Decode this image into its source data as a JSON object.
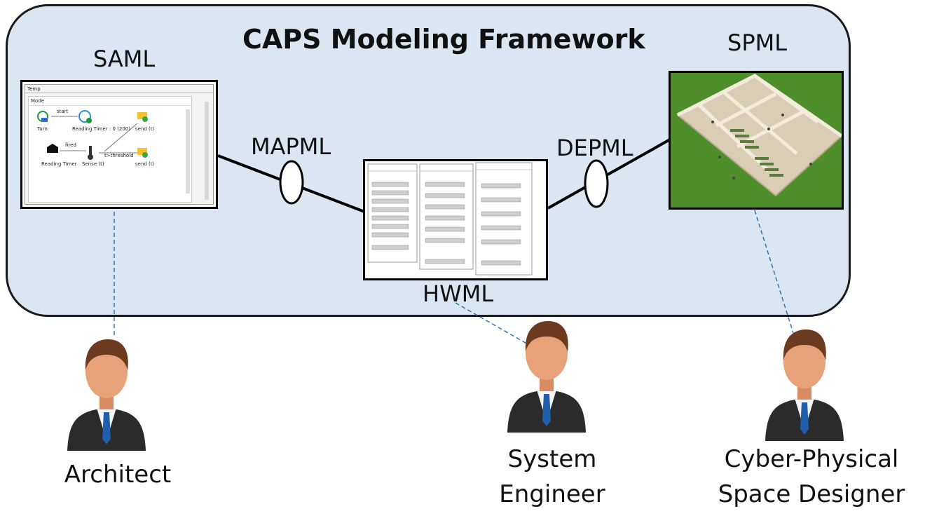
{
  "diagram": {
    "title": "CAPS Modeling Framework",
    "languages": {
      "saml": "SAML",
      "spml": "SPML",
      "mapml": "MAPML",
      "depml": "DEPML",
      "hwml": "HWML"
    },
    "saml_screenshot": {
      "window_title": "Temp",
      "mode_label": "Mode",
      "nodes": [
        "start",
        "Turn",
        "Reading Timer : 0 (200)",
        "send (t)",
        "fired",
        "Reading Timer",
        "Sense (t)",
        "t>threshold",
        "send (t)"
      ]
    },
    "roles": {
      "architect": "Architect",
      "system_engineer_line1": "System",
      "system_engineer_line2": "Engineer",
      "designer_line1": "Cyber-Physical",
      "designer_line2": "Space Designer"
    },
    "colors": {
      "framework_fill": "#dce6f2",
      "framework_border": "#1a1a1a",
      "dashed_link": "#2e75b6",
      "suit": "#2b2b2b",
      "tie": "#1f5fae",
      "skin": "#e8a27a",
      "hair": "#6b3a1f"
    }
  }
}
